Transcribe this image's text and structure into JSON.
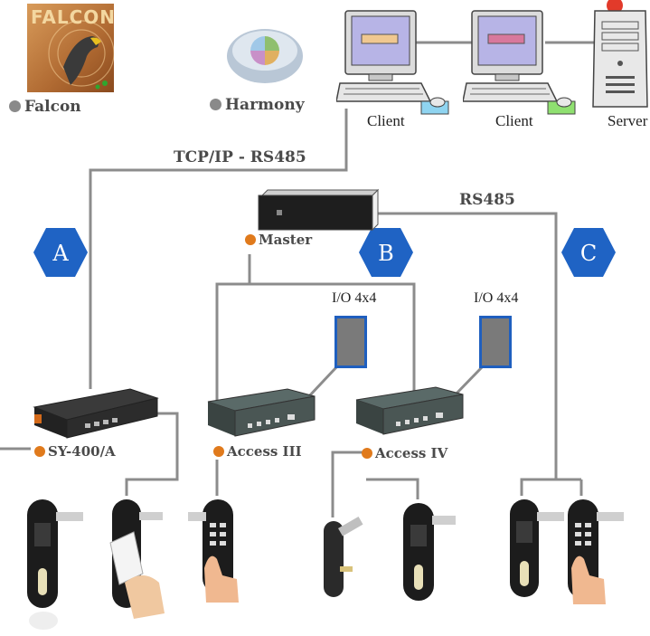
{
  "software": {
    "falcon": {
      "logo_text": "FALCON",
      "label": "Falcon"
    },
    "harmony": {
      "label": "Harmony"
    }
  },
  "computers": {
    "client1": "Client",
    "client2": "Client",
    "server": "Server"
  },
  "network": {
    "tcp_label": "TCP/IP - RS485",
    "rs485_label": "RS485"
  },
  "devices": {
    "master": "Master",
    "sy400": "SY-400/A",
    "access3": "Access III",
    "access4": "Access IV",
    "io_left": "I/O 4x4",
    "io_right": "I/O 4x4"
  },
  "segments": {
    "a": "A",
    "b": "B",
    "c": "C"
  },
  "colors": {
    "hex": "#1f63c4",
    "line": "#8c8c8c",
    "orange_dot": "#e07a1c",
    "grey_dot": "#8a8a8a",
    "io_fill": "#7a7a7a",
    "io_border": "#1f5fbf"
  }
}
